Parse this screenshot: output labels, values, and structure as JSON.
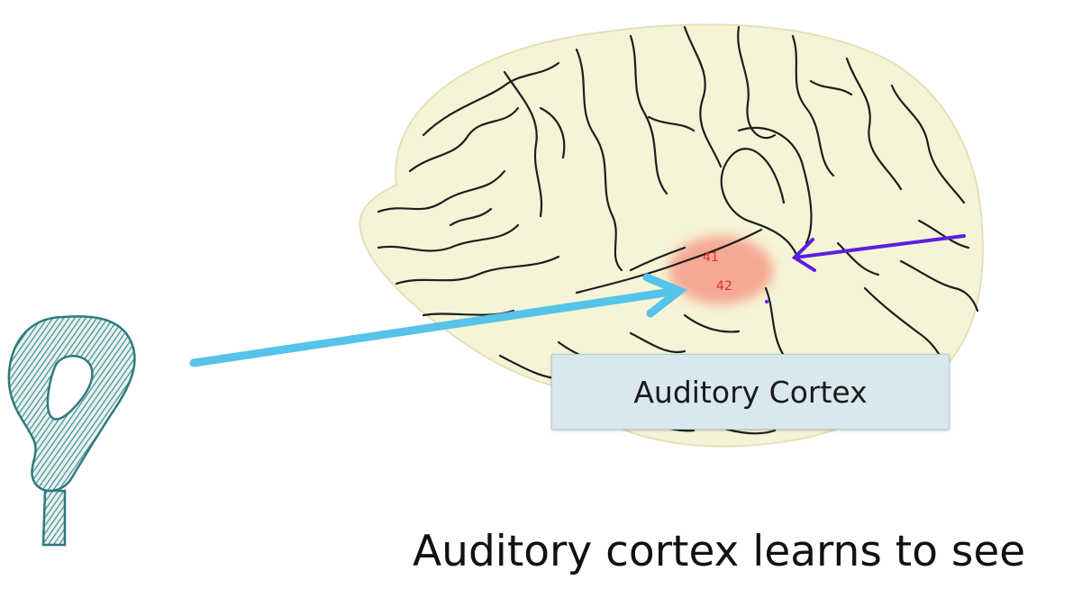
{
  "label_box": {
    "text": "Auditory Cortex"
  },
  "areas": [
    "41",
    "42"
  ],
  "caption": "Auditory cortex learns to see",
  "colors": {
    "brain_fill": "#f6f4d6",
    "sulci": "#1e1e1e",
    "highlight": "#f5a08c",
    "input_arrow": "#55c3ea",
    "purple_arrow": "#5b1ee0",
    "ear": "#3c8f93",
    "label_box": "#d9e8ee"
  },
  "icons": [
    "ear-icon",
    "brain-illustration"
  ]
}
